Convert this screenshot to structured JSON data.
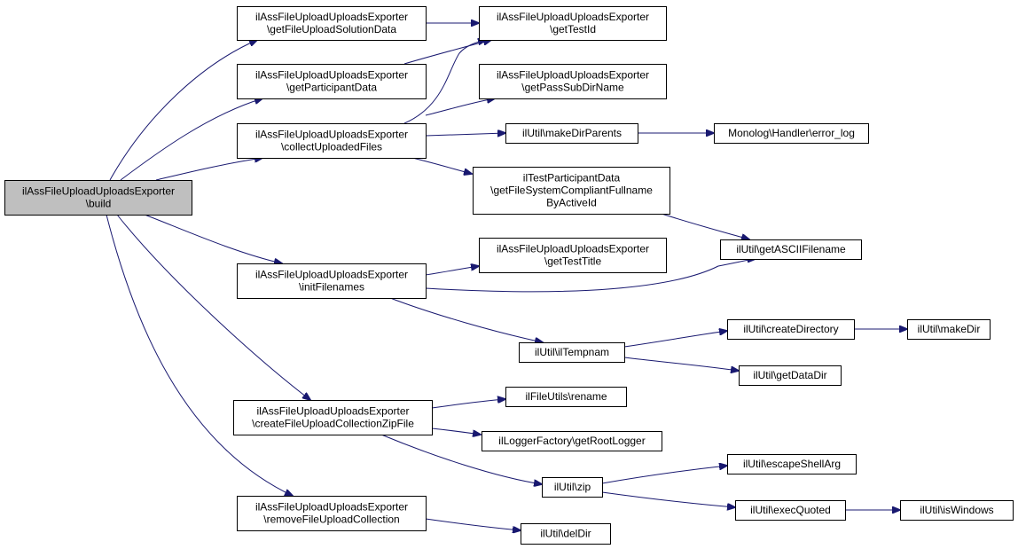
{
  "diagram": {
    "type": "call-graph",
    "colors": {
      "edge": "#191970",
      "root_fill": "#bfbfbf",
      "node_fill": "#ffffff",
      "border": "#000000"
    },
    "nodes": [
      {
        "id": "build",
        "lines": [
          "ilAssFileUploadUploadsExporter",
          "\\build"
        ],
        "root": true
      },
      {
        "id": "getFileUploadSolutionData",
        "lines": [
          "ilAssFileUploadUploadsExporter",
          "\\getFileUploadSolutionData"
        ]
      },
      {
        "id": "getParticipantData",
        "lines": [
          "ilAssFileUploadUploadsExporter",
          "\\getParticipantData"
        ]
      },
      {
        "id": "collectUploadedFiles",
        "lines": [
          "ilAssFileUploadUploadsExporter",
          "\\collectUploadedFiles"
        ]
      },
      {
        "id": "initFilenames",
        "lines": [
          "ilAssFileUploadUploadsExporter",
          "\\initFilenames"
        ]
      },
      {
        "id": "createFileUploadCollectionZipFile",
        "lines": [
          "ilAssFileUploadUploadsExporter",
          "\\createFileUploadCollectionZipFile"
        ]
      },
      {
        "id": "removeFileUploadCollection",
        "lines": [
          "ilAssFileUploadUploadsExporter",
          "\\removeFileUploadCollection"
        ]
      },
      {
        "id": "getTestId",
        "lines": [
          "ilAssFileUploadUploadsExporter",
          "\\getTestId"
        ]
      },
      {
        "id": "getPassSubDirName",
        "lines": [
          "ilAssFileUploadUploadsExporter",
          "\\getPassSubDirName"
        ]
      },
      {
        "id": "makeDirParents",
        "lines": [
          "ilUtil\\makeDirParents"
        ]
      },
      {
        "id": "getFileSystemCompliant",
        "lines": [
          "ilTestParticipantData",
          "\\getFileSystemCompliantFullname",
          "ByActiveId"
        ]
      },
      {
        "id": "getTestTitle",
        "lines": [
          "ilAssFileUploadUploadsExporter",
          "\\getTestTitle"
        ]
      },
      {
        "id": "ilTempnam",
        "lines": [
          "ilUtil\\ilTempnam"
        ]
      },
      {
        "id": "rename",
        "lines": [
          "ilFileUtils\\rename"
        ]
      },
      {
        "id": "getRootLogger",
        "lines": [
          "ilLoggerFactory\\getRootLogger"
        ]
      },
      {
        "id": "zip",
        "lines": [
          "ilUtil\\zip"
        ]
      },
      {
        "id": "delDir",
        "lines": [
          "ilUtil\\delDir"
        ]
      },
      {
        "id": "error_log",
        "lines": [
          "Monolog\\Handler\\error_log"
        ]
      },
      {
        "id": "getASCIIFilename",
        "lines": [
          "ilUtil\\getASCIIFilename"
        ]
      },
      {
        "id": "createDirectory",
        "lines": [
          "ilUtil\\createDirectory"
        ]
      },
      {
        "id": "getDataDir",
        "lines": [
          "ilUtil\\getDataDir"
        ]
      },
      {
        "id": "escapeShellArg",
        "lines": [
          "ilUtil\\escapeShellArg"
        ]
      },
      {
        "id": "execQuoted",
        "lines": [
          "ilUtil\\execQuoted"
        ]
      },
      {
        "id": "makeDir",
        "lines": [
          "ilUtil\\makeDir"
        ]
      },
      {
        "id": "isWindows",
        "lines": [
          "ilUtil\\isWindows"
        ]
      }
    ],
    "edges": [
      {
        "from": "build",
        "to": "getFileUploadSolutionData"
      },
      {
        "from": "build",
        "to": "getParticipantData"
      },
      {
        "from": "build",
        "to": "collectUploadedFiles"
      },
      {
        "from": "build",
        "to": "initFilenames"
      },
      {
        "from": "build",
        "to": "createFileUploadCollectionZipFile"
      },
      {
        "from": "build",
        "to": "removeFileUploadCollection"
      },
      {
        "from": "getFileUploadSolutionData",
        "to": "getTestId"
      },
      {
        "from": "getParticipantData",
        "to": "getTestId"
      },
      {
        "from": "collectUploadedFiles",
        "to": "getTestId"
      },
      {
        "from": "collectUploadedFiles",
        "to": "getPassSubDirName"
      },
      {
        "from": "collectUploadedFiles",
        "to": "makeDirParents"
      },
      {
        "from": "collectUploadedFiles",
        "to": "getFileSystemCompliant"
      },
      {
        "from": "makeDirParents",
        "to": "error_log"
      },
      {
        "from": "getFileSystemCompliant",
        "to": "getASCIIFilename"
      },
      {
        "from": "initFilenames",
        "to": "getTestTitle"
      },
      {
        "from": "initFilenames",
        "to": "getASCIIFilename"
      },
      {
        "from": "initFilenames",
        "to": "ilTempnam"
      },
      {
        "from": "ilTempnam",
        "to": "createDirectory"
      },
      {
        "from": "ilTempnam",
        "to": "getDataDir"
      },
      {
        "from": "createDirectory",
        "to": "makeDir"
      },
      {
        "from": "createFileUploadCollectionZipFile",
        "to": "rename"
      },
      {
        "from": "createFileUploadCollectionZipFile",
        "to": "getRootLogger"
      },
      {
        "from": "createFileUploadCollectionZipFile",
        "to": "zip"
      },
      {
        "from": "zip",
        "to": "escapeShellArg"
      },
      {
        "from": "zip",
        "to": "execQuoted"
      },
      {
        "from": "execQuoted",
        "to": "isWindows"
      },
      {
        "from": "removeFileUploadCollection",
        "to": "delDir"
      }
    ]
  }
}
